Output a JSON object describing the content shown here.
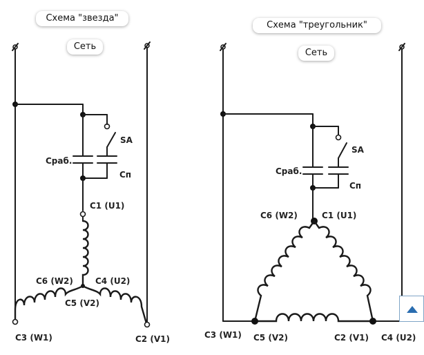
{
  "star": {
    "title": "Схема \"звезда\"",
    "network": "Сеть",
    "sa": "SA",
    "c_work": "Сраб.",
    "c_start": "Сп",
    "c1": "C1 (U1)",
    "c6": "C6 (W2)",
    "c4": "C4 (U2)",
    "c5": "C5 (V2)",
    "c3": "C3 (W1)",
    "c2": "C2 (V1)"
  },
  "delta": {
    "title": "Схема \"треугольник\"",
    "network": "Сеть",
    "sa": "SA",
    "c_work": "Сраб.",
    "c_start": "Сп",
    "c6": "C6 (W2)",
    "c1": "C1 (U1)",
    "c3": "C3 (W1)",
    "c5": "C5 (V2)",
    "c2": "C2 (V1)",
    "c4": "C4 (U2)"
  },
  "colors": {
    "line": "#1a1a1a",
    "accent": "#2a6db0"
  },
  "icons": {
    "scroll_top": "triangle-up-icon"
  }
}
